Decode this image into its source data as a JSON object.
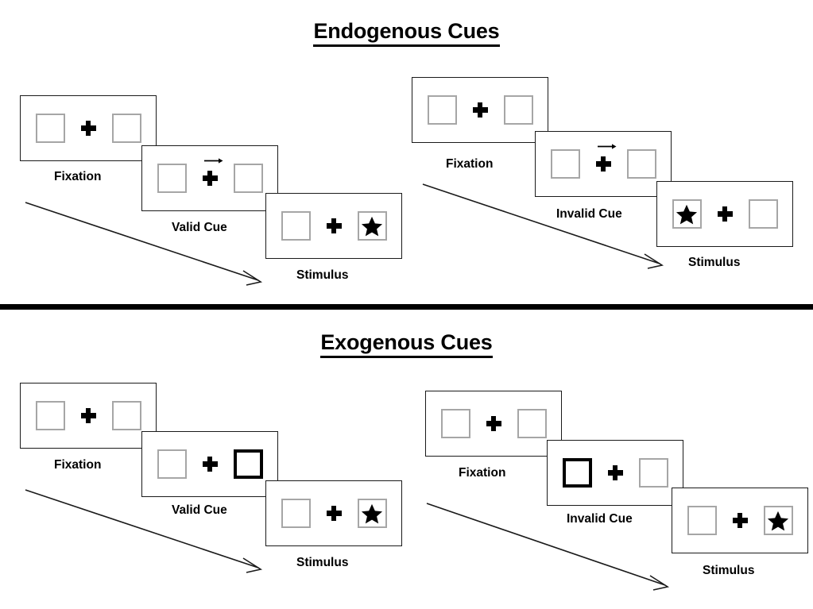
{
  "figure": {
    "title_endogenous": "Endogenous Cues",
    "title_exogenous": "Exogenous Cues"
  },
  "sections": [
    {
      "id": "endogenous",
      "title": "Endogenous Cues",
      "sequences": [
        {
          "id": "endogenous-valid",
          "frames": [
            {
              "caption": "Fixation",
              "left_box": {
                "state": "normal",
                "content": "empty"
              },
              "center": {
                "type": "plus",
                "cue": "none"
              },
              "right_box": {
                "state": "normal",
                "content": "empty"
              }
            },
            {
              "caption": "Valid Cue",
              "left_box": {
                "state": "normal",
                "content": "empty"
              },
              "center": {
                "type": "plus",
                "cue": "arrow-right"
              },
              "right_box": {
                "state": "normal",
                "content": "empty"
              }
            },
            {
              "caption": "Stimulus",
              "left_box": {
                "state": "normal",
                "content": "empty"
              },
              "center": {
                "type": "plus",
                "cue": "none"
              },
              "right_box": {
                "state": "normal",
                "content": "star"
              }
            }
          ]
        },
        {
          "id": "endogenous-invalid",
          "frames": [
            {
              "caption": "Fixation",
              "left_box": {
                "state": "normal",
                "content": "empty"
              },
              "center": {
                "type": "plus",
                "cue": "none"
              },
              "right_box": {
                "state": "normal",
                "content": "empty"
              }
            },
            {
              "caption": "Invalid Cue",
              "left_box": {
                "state": "normal",
                "content": "empty"
              },
              "center": {
                "type": "plus",
                "cue": "arrow-right"
              },
              "right_box": {
                "state": "normal",
                "content": "empty"
              }
            },
            {
              "caption": "Stimulus",
              "left_box": {
                "state": "normal",
                "content": "star"
              },
              "center": {
                "type": "plus",
                "cue": "none"
              },
              "right_box": {
                "state": "normal",
                "content": "empty"
              }
            }
          ]
        }
      ]
    },
    {
      "id": "exogenous",
      "title": "Exogenous Cues",
      "sequences": [
        {
          "id": "exogenous-valid",
          "frames": [
            {
              "caption": "Fixation",
              "left_box": {
                "state": "normal",
                "content": "empty"
              },
              "center": {
                "type": "plus",
                "cue": "none"
              },
              "right_box": {
                "state": "normal",
                "content": "empty"
              }
            },
            {
              "caption": "Valid Cue",
              "left_box": {
                "state": "normal",
                "content": "empty"
              },
              "center": {
                "type": "plus",
                "cue": "none"
              },
              "right_box": {
                "state": "highlighted",
                "content": "empty"
              }
            },
            {
              "caption": "Stimulus",
              "left_box": {
                "state": "normal",
                "content": "empty"
              },
              "center": {
                "type": "plus",
                "cue": "none"
              },
              "right_box": {
                "state": "normal",
                "content": "star"
              }
            }
          ]
        },
        {
          "id": "exogenous-invalid",
          "frames": [
            {
              "caption": "Fixation",
              "left_box": {
                "state": "normal",
                "content": "empty"
              },
              "center": {
                "type": "plus",
                "cue": "none"
              },
              "right_box": {
                "state": "normal",
                "content": "empty"
              }
            },
            {
              "caption": "Invalid Cue",
              "left_box": {
                "state": "highlighted",
                "content": "empty"
              },
              "center": {
                "type": "plus",
                "cue": "none"
              },
              "right_box": {
                "state": "normal",
                "content": "empty"
              }
            },
            {
              "caption": "Stimulus",
              "left_box": {
                "state": "normal",
                "content": "empty"
              },
              "center": {
                "type": "plus",
                "cue": "none"
              },
              "right_box": {
                "state": "normal",
                "content": "star"
              }
            }
          ]
        }
      ]
    }
  ],
  "icons": {
    "fixation_cross": "plus-icon",
    "cue_arrow": "arrow-right-icon",
    "target": "star-icon",
    "time_flow": "time-arrow-icon"
  },
  "colors": {
    "panel_border": "#1a1a1a",
    "box_border": "#a6a6a6",
    "box_highlight_border": "#000000",
    "ink": "#000000",
    "background": "#ffffff",
    "divider": "#000000"
  }
}
